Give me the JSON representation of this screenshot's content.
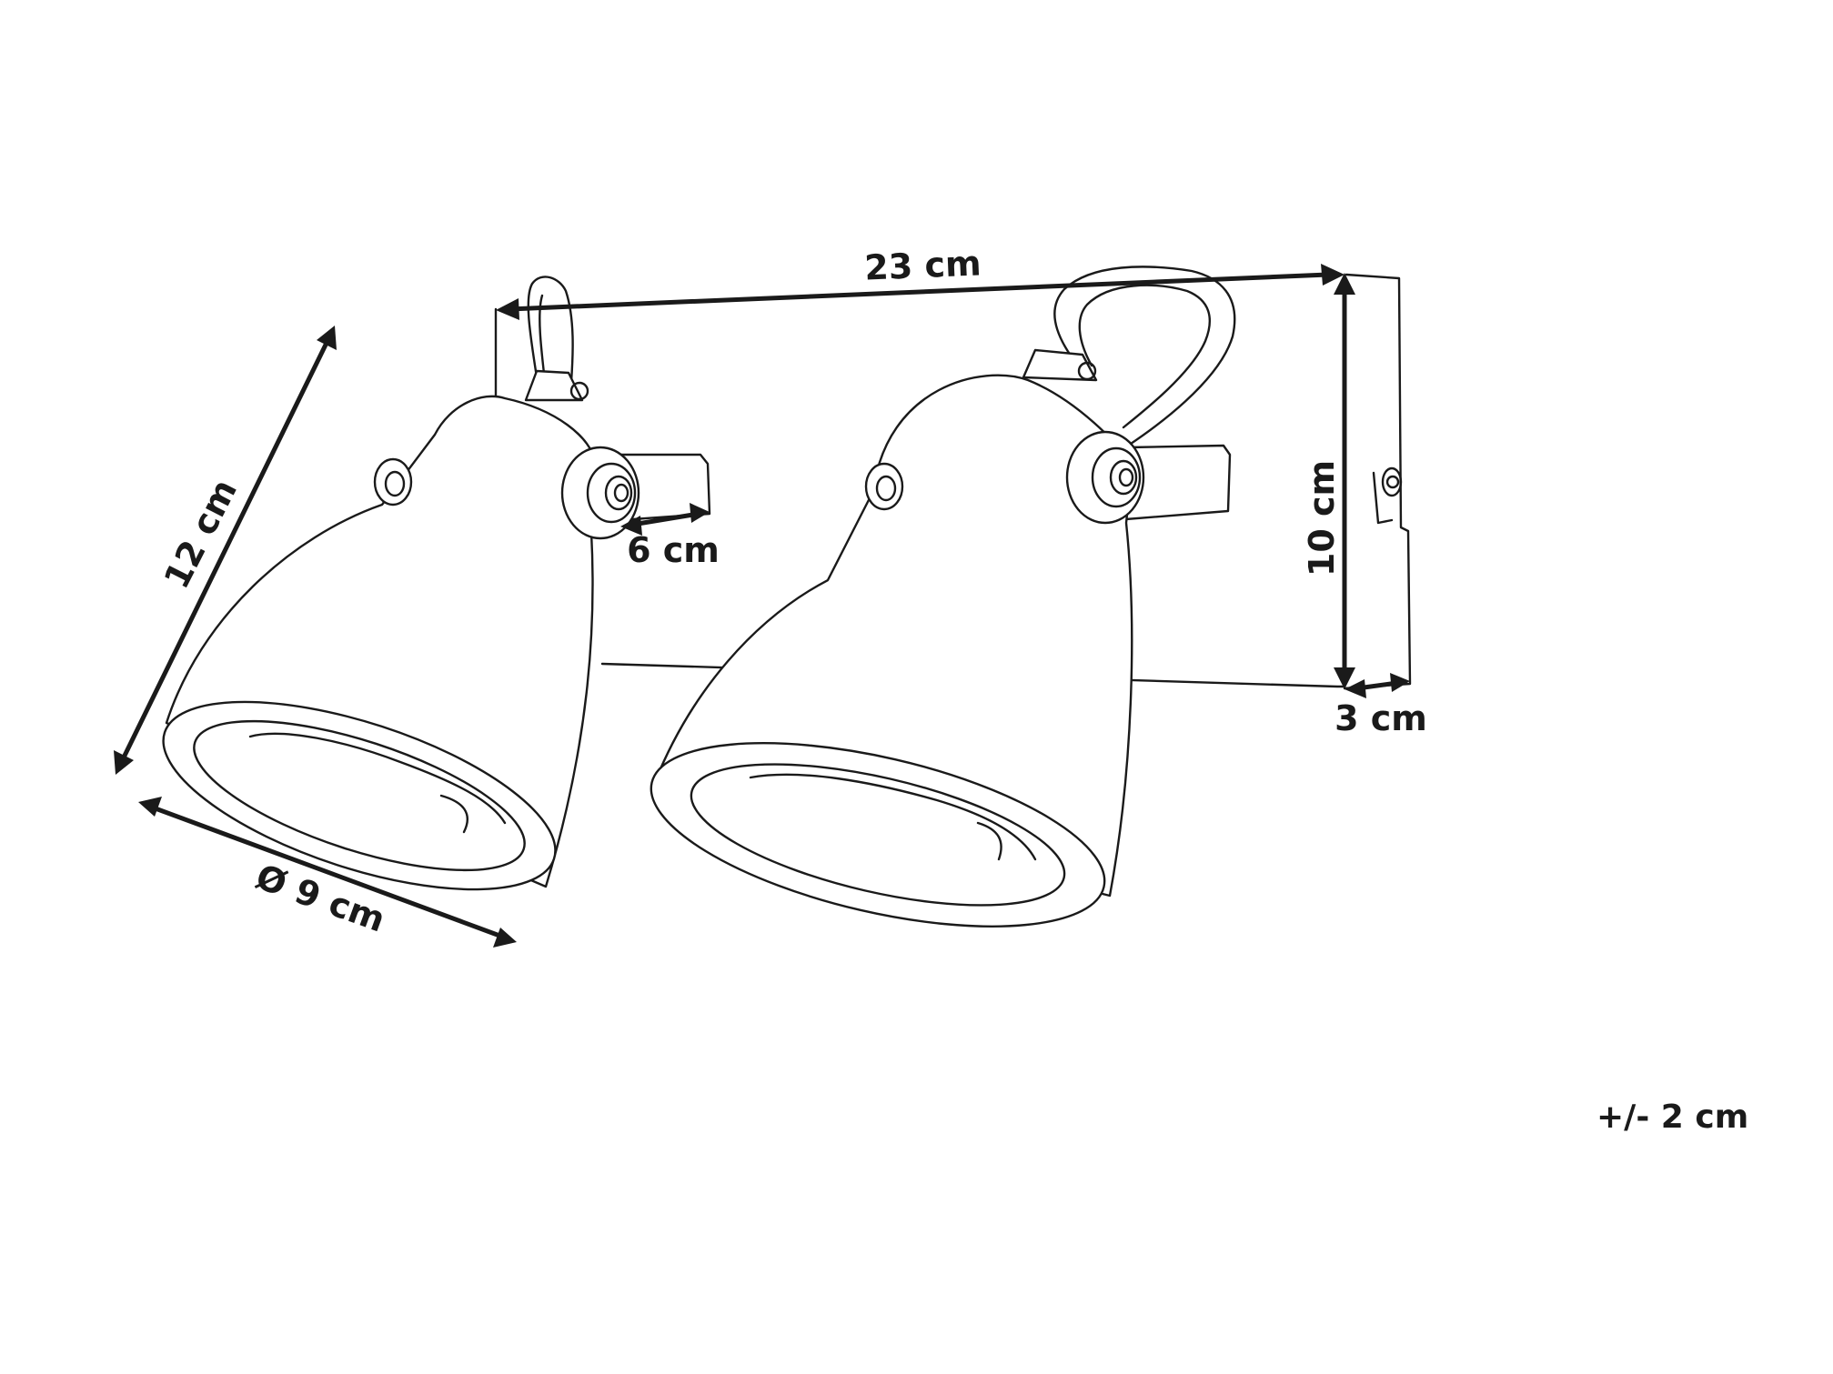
{
  "dimensions": {
    "width": "23 cm",
    "height": "10 cm",
    "depth": "3 cm",
    "arm_length": "6 cm",
    "shade_length": "12 cm",
    "shade_diameter": "Ø 9 cm"
  },
  "tolerance": "+/- 2 cm"
}
